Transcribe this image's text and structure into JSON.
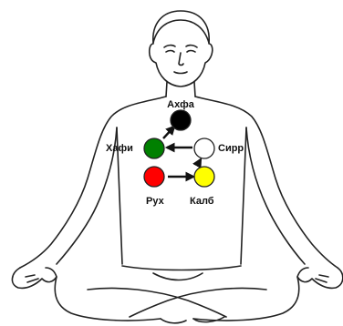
{
  "points": {
    "akhfa": {
      "label": "Ахфа",
      "color": "#000000"
    },
    "khafi": {
      "label": "Хафи",
      "color": "#008000"
    },
    "sirr": {
      "label": "Сирр",
      "color": "#ffffff"
    },
    "rukh": {
      "label": "Рух",
      "color": "#ff0000"
    },
    "kalb": {
      "label": "Калб",
      "color": "#ffff00"
    }
  },
  "colors": {
    "outline": "#222222",
    "background": "#ffffff"
  }
}
